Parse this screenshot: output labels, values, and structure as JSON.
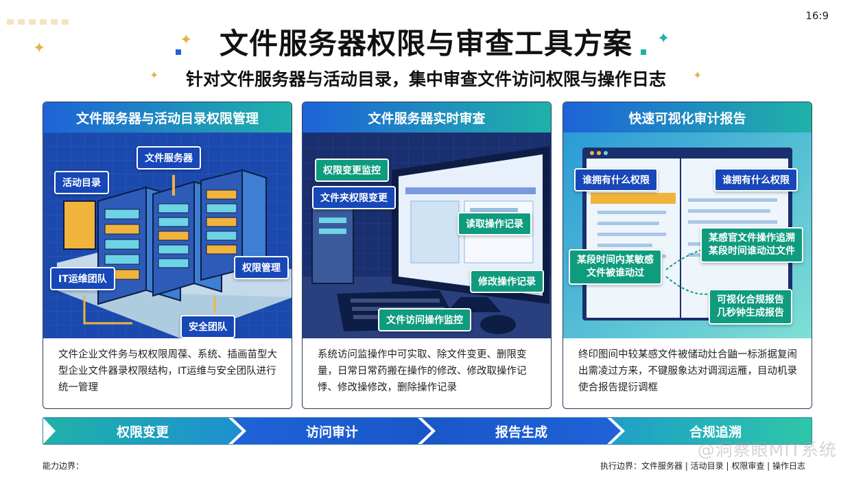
{
  "ratio": "16:9",
  "title": "文件服务器权限与审查工具方案",
  "subtitle": "针对文件服务器与活动目录，集中审查文件访问权限与操作日志",
  "cards": [
    {
      "header": "文件服务器与活动目录权限管理",
      "tags": [
        "文件服务器",
        "活动目录",
        "IT运维团队",
        "权限管理",
        "安全团队"
      ],
      "description": "文件企业文件务与权权限周葆、系统、插画苗型大型企业文件器录权限结构，IT运维与安全团队进行统一管理"
    },
    {
      "header": "文件服务器实时审查",
      "tags": [
        "权限变更监控",
        "文件夹权限变更",
        "读取操作记录",
        "修改操作记录",
        "文件访问操作监控"
      ],
      "description": "系统访问监操作中可实取、除文件变更、删限变量，日常日常药搬在操作的修改、修改取操作记悸、修改操修改，删除操作记录"
    },
    {
      "header": "快速可视化审计报告",
      "tags": [
        "谁拥有什么权限",
        "谁拥有什么权限",
        "某感官文件操作追溯",
        "某段时间谁动过文件",
        "某段时间内某敏感",
        "文件被谁动过",
        "可视化合规报告",
        "几秒钟生成报告"
      ],
      "description": "终印图间中较某感文件被储动灶合鼬一标浙据复闹出需凌过方来，不键服象达对调润运雁，目动机录使合报告提衍调框"
    }
  ],
  "flow": [
    "权限变更",
    "访问审计",
    "报告生成",
    "合规追溯"
  ],
  "footer_left": "能力边界：",
  "footer_right": "执行边界：文件服务器 | 活动目录 | 权限审查 | 操作日志",
  "watermark": "@洞察眼MIT系统",
  "colors": {
    "blue": "#1e63d8",
    "teal": "#1fb2a8",
    "navy": "#1747b8",
    "green": "#0f9b7e"
  }
}
